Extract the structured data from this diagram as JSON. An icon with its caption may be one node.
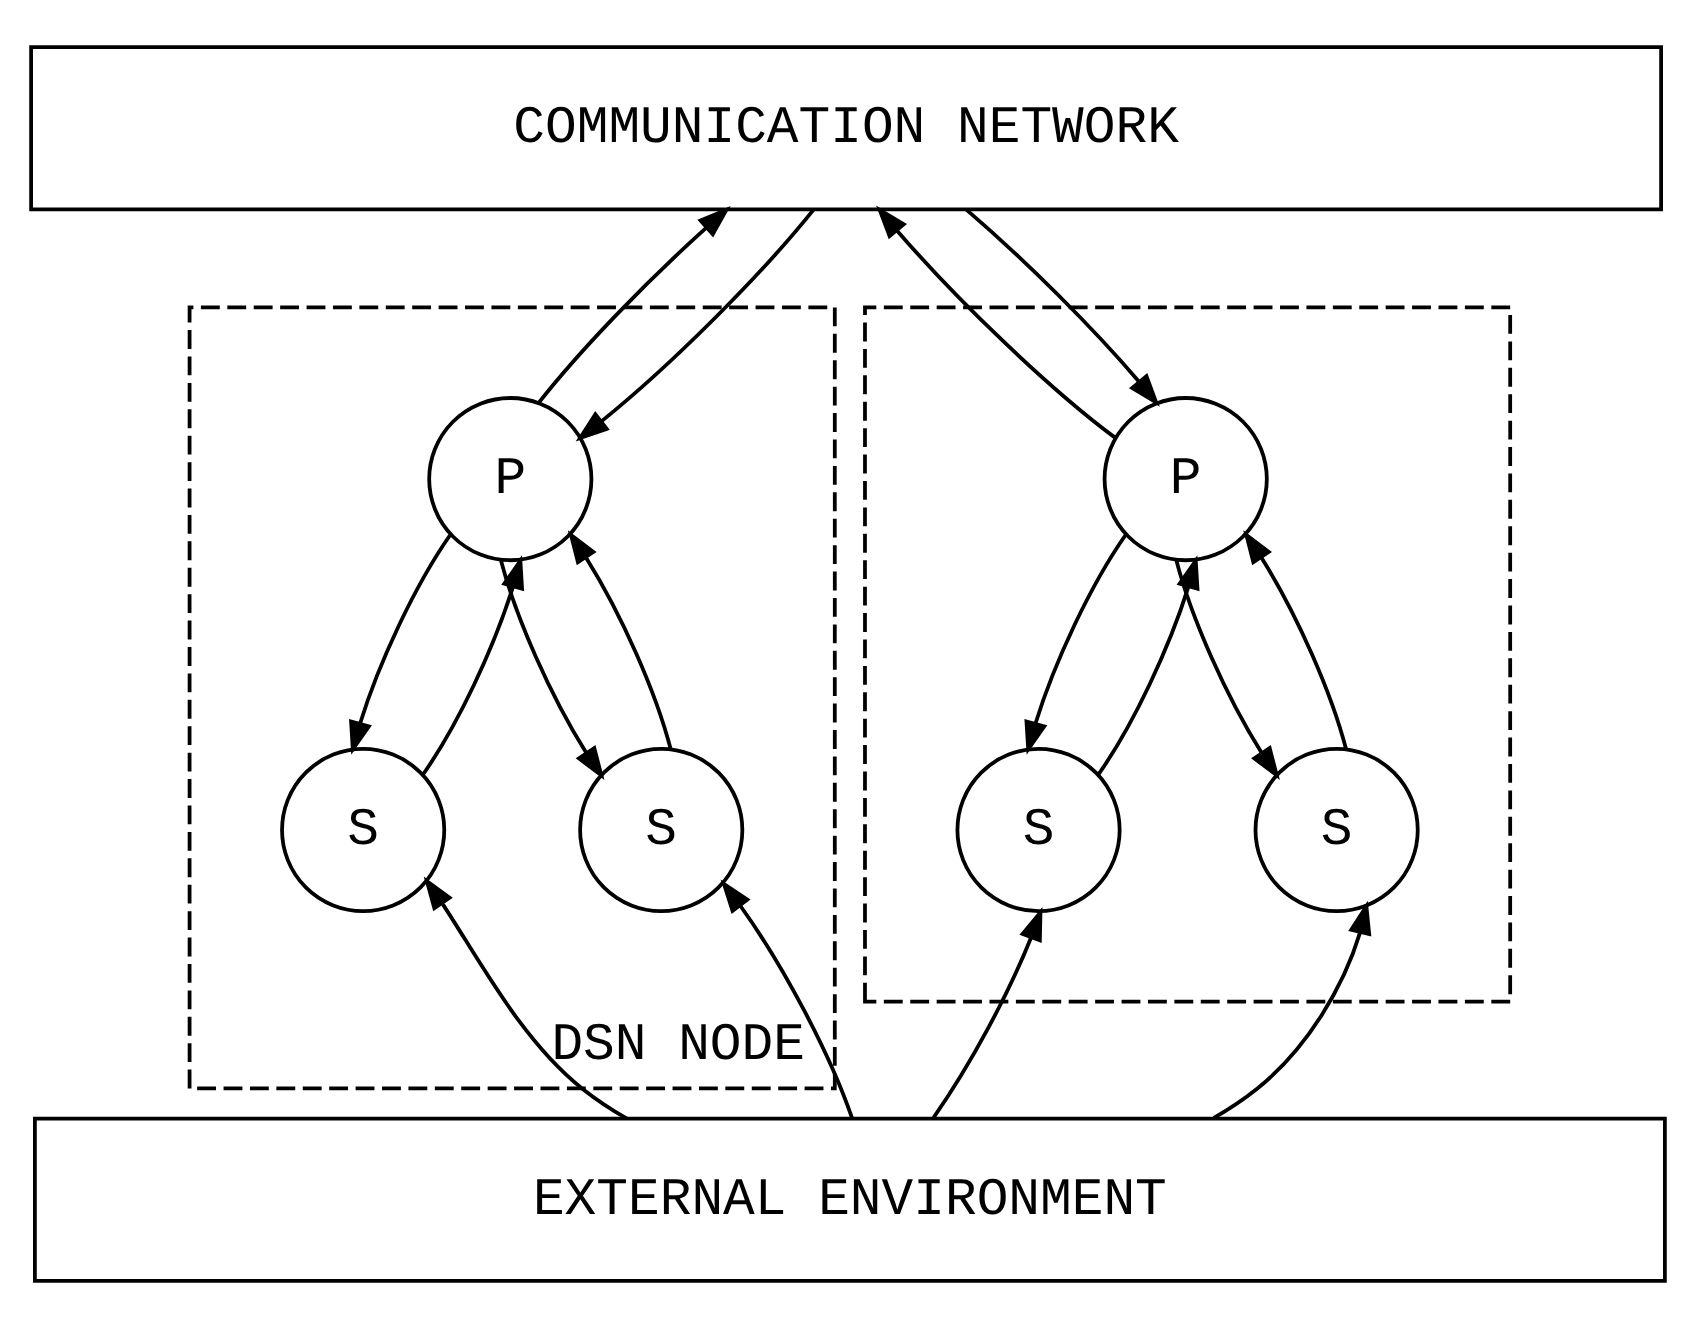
{
  "diagram": {
    "nodes": [
      {
        "text": [
          "COMMUNICATION NETWORK"
        ]
      },
      {
        "text": [
          "DSN NODE"
        ]
      },
      {
        "text": [
          "P"
        ],
        "in": 1
      },
      {
        "text": [
          "S"
        ],
        "in": 1
      },
      {
        "text": [
          "S"
        ],
        "in": 1
      },
      {
        "text": [],
        "shape": "box"
      },
      {
        "text": [
          "P"
        ],
        "in": 5
      },
      {
        "text": [
          "S"
        ],
        "in": 5
      },
      {
        "text": [
          "S"
        ],
        "in": 5
      },
      {
        "text": [
          "EXTERNAL ENVIRONMENT"
        ]
      }
    ],
    "edges": [
      {
        "from": 2,
        "to": 0,
        "arrow": "to"
      },
      {
        "from": 0,
        "to": 2,
        "arrow": "to"
      },
      {
        "from": 3,
        "to": 2,
        "arrow": "to"
      },
      {
        "from": 2,
        "to": 3,
        "arrow": "to"
      },
      {
        "from": 4,
        "to": 2,
        "arrow": "to"
      },
      {
        "from": 2,
        "to": 4,
        "arrow": "to"
      },
      {
        "from": 9,
        "to": 3,
        "arrow": "to"
      },
      {
        "from": 9,
        "to": 4,
        "arrow": "to"
      },
      {
        "from": 6,
        "to": 0,
        "arrow": "to"
      },
      {
        "from": 0,
        "to": 6,
        "arrow": "to"
      },
      {
        "from": 7,
        "to": 6,
        "arrow": "to"
      },
      {
        "from": 6,
        "to": 7,
        "arrow": "to"
      },
      {
        "from": 8,
        "to": 6,
        "arrow": "to"
      },
      {
        "from": 6,
        "to": 8,
        "arrow": "to"
      },
      {
        "from": 9,
        "to": 7,
        "arrow": "to"
      },
      {
        "from": 9,
        "to": 8,
        "arrow": "to"
      }
    ]
  }
}
